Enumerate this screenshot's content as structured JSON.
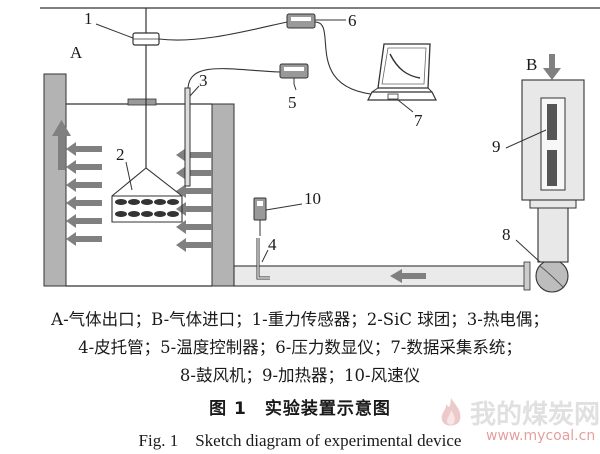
{
  "labels": {
    "A": "A",
    "B": "B",
    "n1": "1",
    "n2": "2",
    "n3": "3",
    "n4": "4",
    "n5": "5",
    "n6": "6",
    "n7": "7",
    "n8": "8",
    "n9": "9",
    "n10": "10"
  },
  "legend": {
    "line1": "A-气体出口；B-气体进口；1-重力传感器；2-SiC 球团；3-热电偶；",
    "line2": "4-皮托管；5-温度控制器；6-压力数显仪；7-数据采集系统；",
    "line3": "8-鼓风机；9-加热器；10-风速仪"
  },
  "caption": {
    "cn": "图 1　实验装置示意图",
    "en": "Fig. 1　Sketch diagram of experimental device"
  },
  "watermark": {
    "text": "我的煤炭网",
    "url": "www.mycoal.cn"
  },
  "colors": {
    "wall": "#b3b3b3",
    "arrow": "#808080",
    "duct": "#e8e8e8",
    "line": "#333333"
  }
}
